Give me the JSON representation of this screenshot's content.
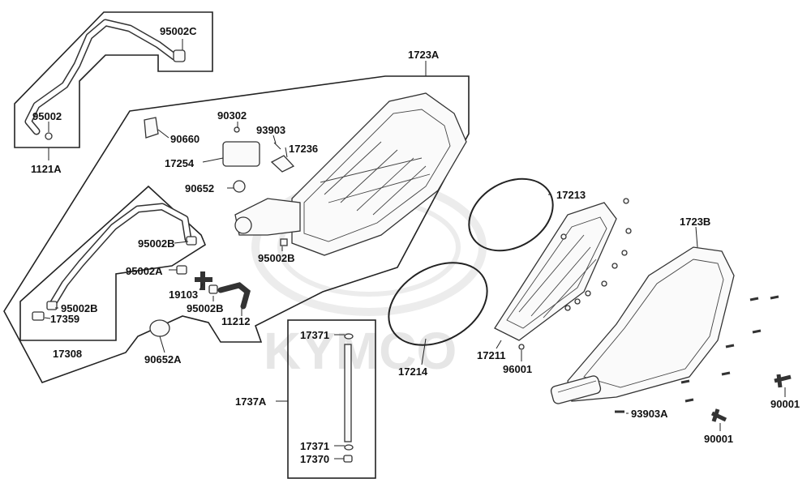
{
  "watermark": "KYMCO",
  "labels": {
    "l_95002C": "95002C",
    "l_95002": "95002",
    "l_1121A": "1121A",
    "l_1723A": "1723A",
    "l_90302": "90302",
    "l_93903": "93903",
    "l_90660": "90660",
    "l_17236": "17236",
    "l_17254": "17254",
    "l_90652": "90652",
    "l_95002B_top": "95002B",
    "l_95002B_mid": "95002B",
    "l_95002A": "95002A",
    "l_19103": "19103",
    "l_95002B_low": "95002B",
    "l_95002B_left": "95002B",
    "l_17359": "17359",
    "l_11212": "11212",
    "l_17308": "17308",
    "l_90652A": "90652A",
    "l_17213": "17213",
    "l_1723B": "1723B",
    "l_17211": "17211",
    "l_17214": "17214",
    "l_96001": "96001",
    "l_17371_top": "17371",
    "l_1737A": "1737A",
    "l_17371_bot": "17371",
    "l_17370": "17370",
    "l_93903A": "93903A",
    "l_90001_right": "90001",
    "l_90001_bot": "90001"
  }
}
